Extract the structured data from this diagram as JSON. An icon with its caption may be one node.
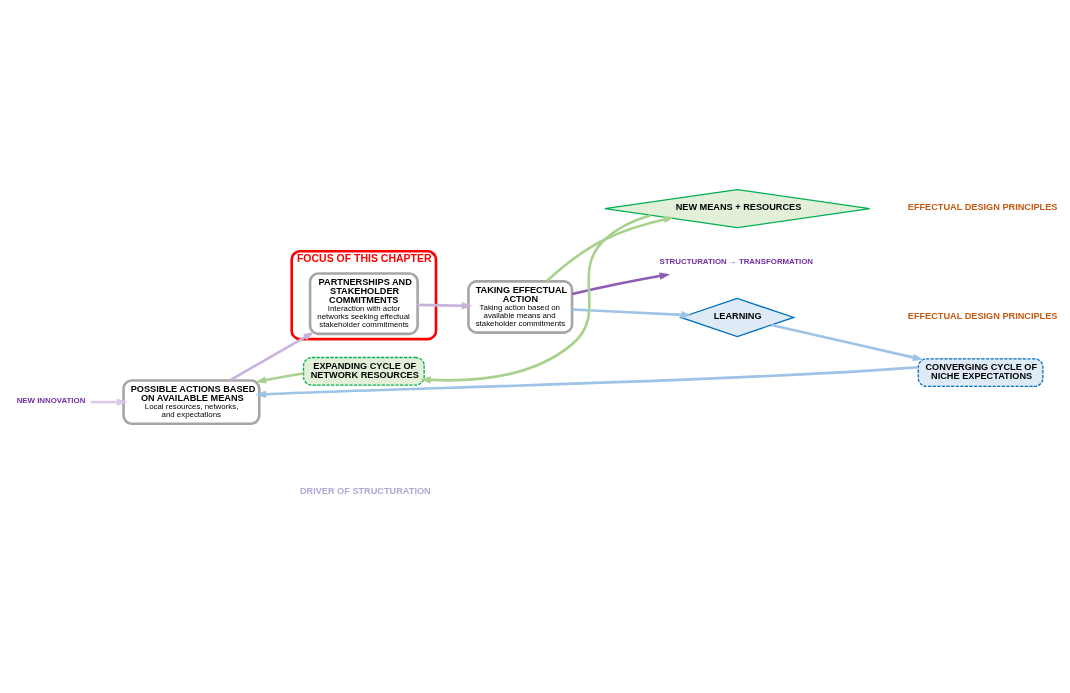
{
  "diagram": {
    "nodes": [
      {
        "text": [
          "NEW INNOVATION"
        ]
      },
      {
        "text": [
          "POSSIBLE ACTIONS BASED ON AVAILABLE MEANS",
          "Local resources, networks, and expectations"
        ]
      },
      {
        "text": [
          "FOCUS OF THIS CHAPTER"
        ]
      },
      {
        "text": [
          "PARTNERSHIPS AND STAKEHOLDER COMMITMENTS",
          "Interaction with actor networks seeking effectual stakeholder commitments"
        ],
        "in": 2
      },
      {
        "text": [
          "TAKING EFFECTUAL ACTION",
          "Taking action based on available means and stakeholder commitments"
        ]
      },
      {
        "text": [
          "STRUCTURATION → TRANSFORMATION"
        ]
      },
      {
        "text": [
          "EXPANDING CYCLE OF NETWORK RESOURCES"
        ]
      },
      {
        "text": [
          "NEW MEANS + RESOURCES"
        ]
      },
      {
        "text": [
          "LEARNING"
        ]
      },
      {
        "text": [
          "CONVERGING CYCLE OF NICHE EXPECTATIONS"
        ]
      }
    ],
    "edges": [
      {
        "from": 0,
        "to": 1,
        "arrow": "to",
        "color": "#d9c9ea"
      },
      {
        "from": 1,
        "to": 3,
        "arrow": "to",
        "color": "#c9b3dd"
      },
      {
        "from": 3,
        "to": 4,
        "arrow": "to",
        "color": "#c9b3dd"
      },
      {
        "from": 4,
        "to": 5,
        "arrow": "to",
        "color": "#8e5bb5"
      },
      {
        "from": 4,
        "to": 7,
        "arrow": "to",
        "color": "#a9d18e"
      },
      {
        "from": 7,
        "to": 6,
        "arrow": "to",
        "color": "#a9d18e"
      },
      {
        "from": 6,
        "to": 1,
        "arrow": "to",
        "color": "#a9d18e"
      },
      {
        "from": 4,
        "to": 8,
        "arrow": "to",
        "color": "#9dc3e6"
      },
      {
        "from": 8,
        "to": 9,
        "arrow": "to",
        "color": "#9dc3e6"
      },
      {
        "from": 9,
        "to": 1,
        "arrow": "to",
        "color": "#9dc3e6"
      }
    ],
    "labels": [
      "EFFECTUAL DESIGN PRINCIPLES",
      "DRIVER OF STRUCTURATION",
      "EFFECTUAL DESIGN PRINCIPLES"
    ]
  }
}
